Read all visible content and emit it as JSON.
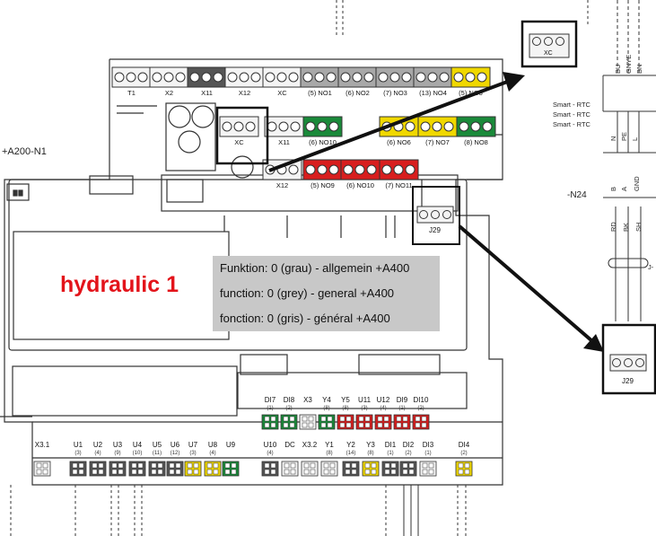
{
  "diagram": {
    "board_label": "+A200-N1",
    "colors": {
      "grey": "#a8a8a8",
      "green": "#1a8a3a",
      "yellow": "#f0d800",
      "red": "#d81e1e",
      "white": "#f4f4f4",
      "dark": "#555555"
    },
    "top_row": [
      {
        "label": "T1",
        "color": "white"
      },
      {
        "label": "X2",
        "color": "white"
      },
      {
        "label": "X11",
        "color": "dark"
      },
      {
        "label": "X12",
        "color": "white"
      },
      {
        "label": "XC",
        "color": "white"
      },
      {
        "label": "(5) NO1",
        "color": "grey"
      },
      {
        "label": "(6) NO2",
        "color": "grey"
      },
      {
        "label": "(7) NO3",
        "color": "grey"
      },
      {
        "label": "(13) NO4",
        "color": "grey"
      },
      {
        "label": "(5) NO5",
        "color": "yellow"
      }
    ],
    "mid_row": [
      {
        "label": "XC",
        "color": "white"
      },
      {
        "label": "X11",
        "color": "white"
      },
      {
        "label": "(6) NO10",
        "color": "green"
      },
      {
        "label": "(6) NO6",
        "color": "yellow"
      },
      {
        "label": "(7) NO7",
        "color": "yellow"
      },
      {
        "label": "(8) NO8",
        "color": "green"
      }
    ],
    "low_row": [
      {
        "label": "X12",
        "color": "white"
      },
      {
        "label": "(5) NO9",
        "color": "red"
      },
      {
        "label": "(6) NO10",
        "color": "red"
      },
      {
        "label": "(7) NO11",
        "color": "red"
      }
    ],
    "j29": "J29",
    "xc_zoom": "XC",
    "bottom_top_labels": [
      {
        "label": "DI7",
        "num": "(1)",
        "color": "green"
      },
      {
        "label": "DI8",
        "num": "(2)",
        "color": "green"
      },
      {
        "label": "X3",
        "num": "",
        "color": "white"
      },
      {
        "label": "Y4",
        "num": "(8)",
        "color": "green"
      },
      {
        "label": "Y5",
        "num": "(8)",
        "color": "red"
      },
      {
        "label": "U11",
        "num": "(3)",
        "color": "red"
      },
      {
        "label": "U12",
        "num": "(4)",
        "color": "red"
      },
      {
        "label": "DI9",
        "num": "(1)",
        "color": "red"
      },
      {
        "label": "DI10",
        "num": "(2)",
        "color": "red"
      }
    ],
    "bottom_labels": [
      {
        "label": "X3.1",
        "num": "",
        "color": "white"
      },
      {
        "label": "U1",
        "num": "(3)",
        "color": "dark"
      },
      {
        "label": "U2",
        "num": "(4)",
        "color": "dark"
      },
      {
        "label": "U3",
        "num": "(9)",
        "color": "dark"
      },
      {
        "label": "U4",
        "num": "(10)",
        "color": "dark"
      },
      {
        "label": "U5",
        "num": "(11)",
        "color": "dark"
      },
      {
        "label": "U6",
        "num": "(12)",
        "color": "dark"
      },
      {
        "label": "U7",
        "num": "(3)",
        "color": "yellow"
      },
      {
        "label": "U8",
        "num": "(4)",
        "color": "yellow"
      },
      {
        "label": "U9",
        "num": "",
        "color": "green"
      },
      {
        "label": "U10",
        "num": "(4)",
        "color": "dark"
      },
      {
        "label": "DC",
        "num": "",
        "color": "white"
      },
      {
        "label": "X3.2",
        "num": "",
        "color": "white"
      },
      {
        "label": "Y1",
        "num": "(8)",
        "color": "white"
      },
      {
        "label": "Y2",
        "num": "(14)",
        "color": "dark"
      },
      {
        "label": "Y3",
        "num": "(8)",
        "color": "yellow"
      },
      {
        "label": "DI1",
        "num": "(1)",
        "color": "dark"
      },
      {
        "label": "DI2",
        "num": "(2)",
        "color": "dark"
      },
      {
        "label": "DI3",
        "num": "(1)",
        "color": "white"
      },
      {
        "label": "DI4",
        "num": "(2)",
        "color": "yellow"
      }
    ],
    "right_side": {
      "bus_labels": [
        "BU",
        "GNYE",
        "BN"
      ],
      "smart_rtc": [
        "Smart - RTC",
        "Smart - RTC",
        "Smart - RTC"
      ],
      "n_pe_l": [
        "N",
        "PE",
        "L"
      ],
      "n24": "-N24",
      "bag": [
        "B",
        "A",
        "GND"
      ],
      "rdbk": [
        "RD",
        "BK",
        "SH"
      ],
      "j_label": "J-"
    },
    "hydraulic_label": "hydraulic 1",
    "function_lines": [
      "Funktion: 0 (grau) - allgemein +A400",
      "function: 0 (grey) - general +A400",
      "fonction: 0 (gris) - général +A400"
    ]
  }
}
